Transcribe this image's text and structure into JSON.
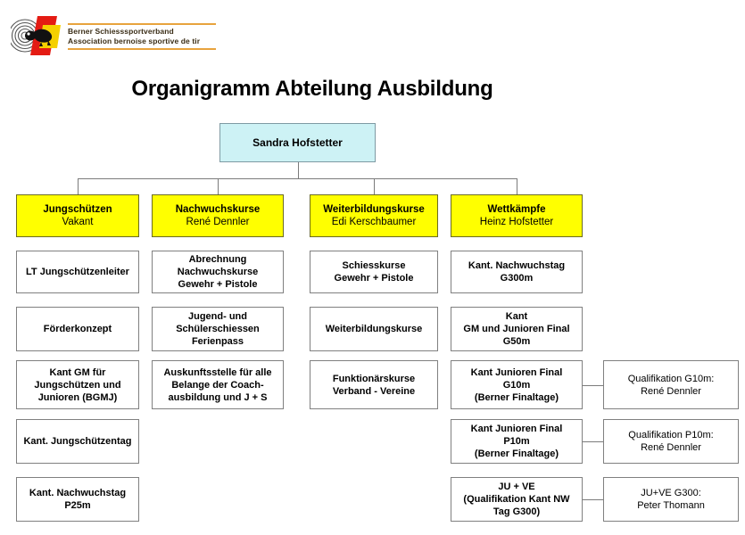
{
  "logo": {
    "line1": "Berner Schiesssportverband",
    "line2": "Association bernoise sportive de tir",
    "mark_name": "bear-target-logo"
  },
  "title": "Organigramm Abteilung Ausbildung",
  "colors": {
    "head_fill": "#ffff00",
    "head_border": "#6b6b22",
    "root_fill": "#cdf2f5",
    "root_border": "#7f9aa3",
    "box_border": "#808080",
    "connector": "#7b7b7b",
    "logo_red": "#e41b13",
    "logo_yellow": "#f5d000",
    "logo_rule": "#e8a33d"
  },
  "root": {
    "label": "Sandra Hofstetter"
  },
  "columns": [
    {
      "head": {
        "title": "Jungschützen",
        "person": "Vakant"
      },
      "items": [
        {
          "lines": [
            "LT Jungschützenleiter"
          ]
        },
        {
          "lines": [
            "Förderkonzept"
          ]
        },
        {
          "lines": [
            "Kant GM für",
            "Jungschützen und",
            "Junioren (BGMJ)"
          ]
        },
        {
          "lines": [
            "Kant. Jungschützentag"
          ]
        },
        {
          "lines": [
            "Kant. Nachwuchstag",
            "P25m"
          ]
        }
      ]
    },
    {
      "head": {
        "title": "Nachwuchskurse",
        "person": "René Dennler"
      },
      "items": [
        {
          "lines": [
            "Abrechnung",
            "Nachwuchskurse",
            "Gewehr + Pistole"
          ]
        },
        {
          "lines": [
            "Jugend- und",
            "Schülerschiessen",
            "Ferienpass"
          ]
        },
        {
          "lines": [
            "Auskunftsstelle für alle",
            "Belange der Coach-",
            "ausbildung und J + S"
          ]
        }
      ]
    },
    {
      "head": {
        "title": "Weiterbildungskurse",
        "person": "Edi Kerschbaumer"
      },
      "items": [
        {
          "lines": [
            "Schiesskurse",
            "Gewehr + Pistole"
          ]
        },
        {
          "lines": [
            "Weiterbildungskurse"
          ]
        },
        {
          "lines": [
            "Funktionärskurse",
            "Verband - Vereine"
          ]
        }
      ]
    },
    {
      "head": {
        "title": "Wettkämpfe",
        "person": "Heinz Hofstetter"
      },
      "items": [
        {
          "lines": [
            "Kant. Nachwuchstag",
            "G300m"
          ]
        },
        {
          "lines": [
            "Kant",
            "GM und Junioren Final",
            "G50m"
          ]
        },
        {
          "lines": [
            "Kant  Junioren Final",
            "G10m",
            "(Berner Finaltage)"
          ]
        },
        {
          "lines": [
            "Kant  Junioren Final",
            "P10m",
            "(Berner Finaltage)"
          ]
        },
        {
          "lines": [
            "JU + VE",
            "(Qualifikation Kant NW",
            "Tag G300)"
          ]
        }
      ]
    }
  ],
  "side_boxes": [
    {
      "lines": [
        "Qualifikation G10m:",
        "René Dennler"
      ]
    },
    {
      "lines": [
        "Qualifikation P10m:",
        "René Dennler"
      ]
    },
    {
      "lines": [
        "JU+VE G300:",
        "Peter Thomann"
      ]
    }
  ]
}
